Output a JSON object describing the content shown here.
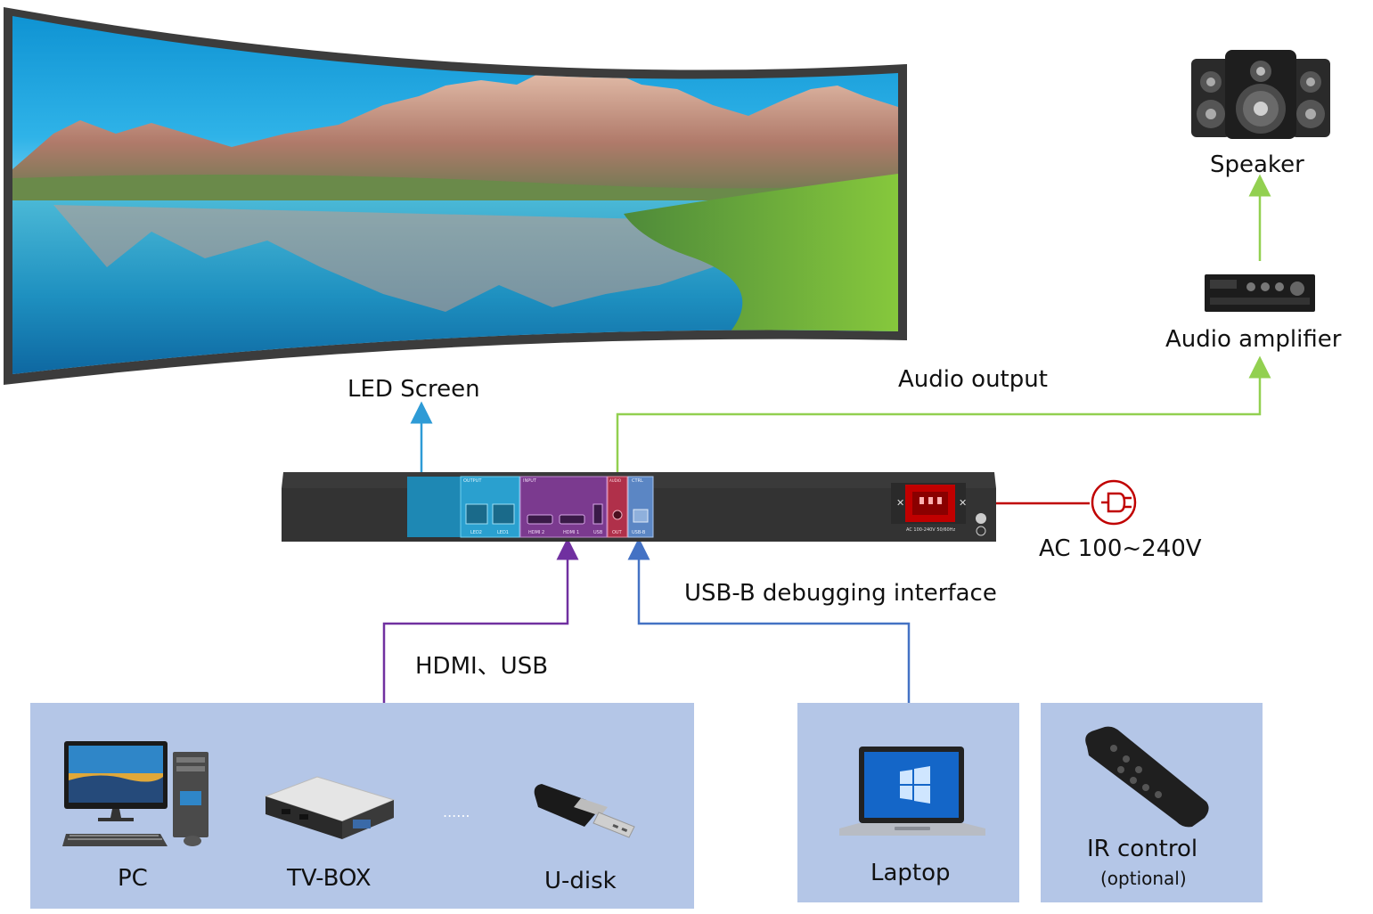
{
  "screen": {
    "label": "LED Screen"
  },
  "audio": {
    "output_label": "Audio output",
    "amplifier_label": "Audio amplifier",
    "speaker_label": "Speaker"
  },
  "controller": {
    "output_section": "OUTPUT",
    "input_section": "INPUT",
    "audio_section": "AUDIO",
    "ctrl_section": "CTRL",
    "port_led2": "LED2",
    "port_led1": "LED1",
    "port_hdmi2": "HDMI 2",
    "port_hdmi1": "HDMI 1",
    "port_usb": "USB",
    "port_out": "OUT",
    "port_usbb": "USB-B",
    "power_rating": "AC 100-240V 50/60Hz"
  },
  "power": {
    "label": "AC 100~240V"
  },
  "connections": {
    "usbb_label": "USB-B debugging interface",
    "hdmi_usb_label": "HDMI、USB"
  },
  "sources": {
    "pc": "PC",
    "tvbox": "TV-BOX",
    "ellipsis": "......",
    "udisk": "U-disk",
    "laptop": "Laptop",
    "ir_control": "IR control",
    "ir_optional": "(optional)"
  },
  "colors": {
    "cyan_line": "#2e9bd6",
    "green_line": "#92d050",
    "purple_line": "#7030a0",
    "blue_line": "#4472c4",
    "red_line": "#c00000",
    "panel_bg": "#b4c6e7",
    "controller_body": "#3a3a3a",
    "output_panel": "#1e88b4",
    "input_panel": "#7b3a8f",
    "audio_panel": "#b0304a",
    "ctrl_panel": "#5b86c4"
  }
}
